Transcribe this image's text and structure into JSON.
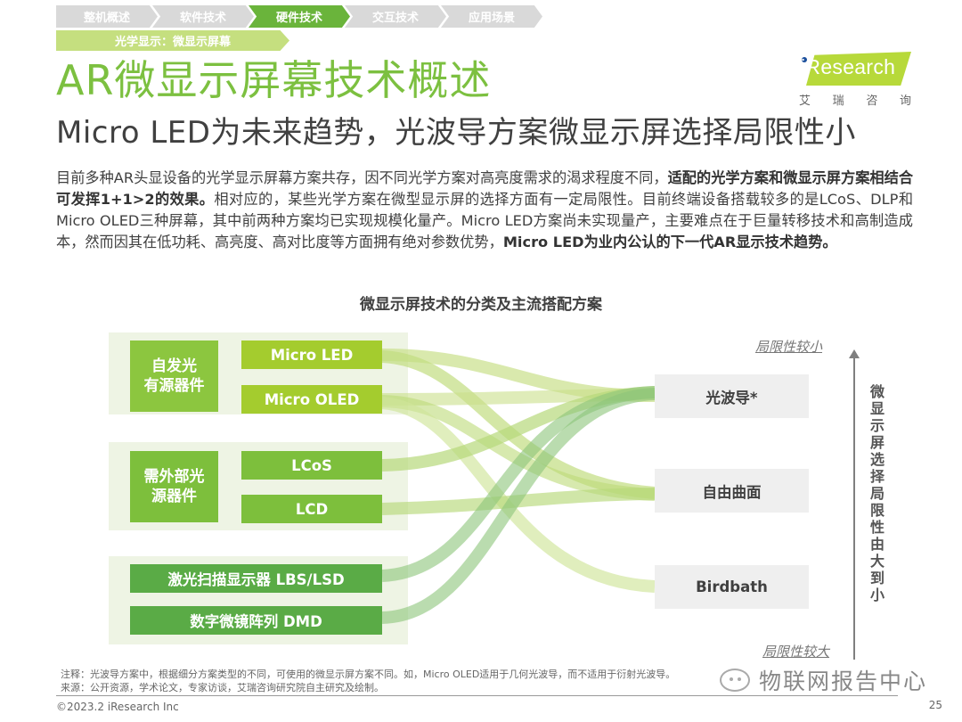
{
  "nav": {
    "tabs": [
      {
        "label": "整机概述",
        "active": false
      },
      {
        "label": "软件技术",
        "active": false
      },
      {
        "label": "硬件技术",
        "active": true
      },
      {
        "label": "交互技术",
        "active": false
      },
      {
        "label": "应用场景",
        "active": false
      }
    ],
    "subsection": "光学显示：微显示屏幕"
  },
  "header": {
    "title": "AR微显示屏幕技术概述",
    "subtitle": "Micro LED为未来趋势，光波导方案微显示屏选择局限性小"
  },
  "logo": {
    "brand": "iResearch",
    "cn_chars": [
      "艾",
      "瑞",
      "咨",
      "询"
    ]
  },
  "body": {
    "p1": "目前多种AR头显设备的光学显示屏幕方案共存，因不同光学方案对高亮度需求的渴求程度不同，",
    "p1_bold": "适配的光学方案和微显示屏方案相结合可发挥1+1>2的效果。",
    "p2": "相对应的，某些光学方案在微型显示屏的选择方面有一定局限性。目前终端设备搭载较多的是LCoS、DLP和Micro OLED三种屏幕，其中前两种方案均已实现规模化量产。Micro LED方案尚未实现量产，主要难点在于巨量转移技术和高制造成本，然而因其在低功耗、高亮度、高对比度等方面拥有绝对参数优势，",
    "p2_bold": "Micro LED为业内公认的下一代AR显示技术趋势。"
  },
  "diagram": {
    "title": "微显示屏技术的分类及主流搭配方案",
    "categories": [
      {
        "label": "自发光\n有源器件",
        "line1": "自发光",
        "line2": "有源器件"
      },
      {
        "label": "需外部光\n源器件",
        "line1": "需外部光",
        "line2": "源器件"
      }
    ],
    "displays": [
      {
        "id": "microled",
        "label": "Micro LED",
        "color": "#a4cc2e"
      },
      {
        "id": "microoled",
        "label": "Micro OLED",
        "color": "#a4cc2e"
      },
      {
        "id": "lcos",
        "label": "LCoS",
        "color": "#7dbf3c"
      },
      {
        "id": "lcd",
        "label": "LCD",
        "color": "#7dbf3c"
      },
      {
        "id": "lbs",
        "label": "激光扫描显示器 LBS/LSD",
        "color": "#5aab46"
      },
      {
        "id": "dmd",
        "label": "数字微镜阵列 DMD",
        "color": "#5aab46"
      }
    ],
    "optics": [
      {
        "id": "waveguide",
        "label": "光波导*"
      },
      {
        "id": "freeform",
        "label": "自由曲面"
      },
      {
        "id": "birdbath",
        "label": "Birdbath"
      }
    ],
    "links": [
      {
        "from": "Micro LED",
        "to": "光波导*"
      },
      {
        "from": "Micro LED",
        "to": "自由曲面"
      },
      {
        "from": "Micro OLED",
        "to": "光波导*"
      },
      {
        "from": "Micro OLED",
        "to": "自由曲面"
      },
      {
        "from": "Micro OLED",
        "to": "Birdbath"
      },
      {
        "from": "LCoS",
        "to": "光波导*"
      },
      {
        "from": "LCD",
        "to": "自由曲面"
      },
      {
        "from": "激光扫描显示器 LBS/LSD",
        "to": "光波导*"
      },
      {
        "from": "数字微镜阵列 DMD",
        "to": "光波导*"
      }
    ],
    "axis": {
      "top_label": "局限性较小",
      "bottom_label": "局限性较大",
      "vertical_label": "微显示屏选择局限性由大到小"
    }
  },
  "footer": {
    "note": "注释：光波导方案中，根据细分方案类型的不同，可使用的微显示屏方案不同。如，Micro OLED适用于几何光波导，而不适用于衍射光波导。",
    "source": "来源：公开资源，学术论文，专家访谈，艾瑞咨询研究院自主研究及绘制。",
    "copyright": "©2023.2 iResearch Inc",
    "page": "25",
    "watermark": "物联网报告中心"
  }
}
